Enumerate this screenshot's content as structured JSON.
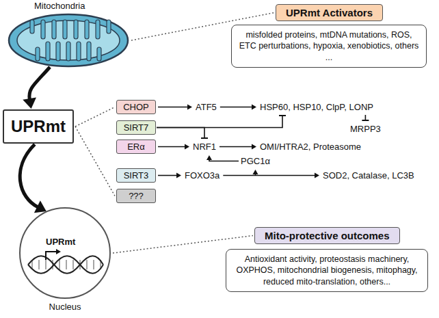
{
  "diagram": {
    "nodes": [
      {
        "text": [
          "Mitochondria"
        ]
      },
      {
        "text": [
          "UPRmt Activators"
        ]
      },
      {
        "text": [
          "misfolded proteins, mtDNA mutations, ROS, ETC perturbations, hypoxia, xenobiotics, others ..."
        ]
      },
      {
        "text": [
          "UPRmt"
        ]
      },
      {
        "text": [
          "CHOP"
        ]
      },
      {
        "text": [
          "ATF5"
        ]
      },
      {
        "text": [
          "HSP60, HSP10, ClpP, LONP"
        ]
      },
      {
        "text": [
          "MRPP3"
        ]
      },
      {
        "text": [
          "SIRT7"
        ]
      },
      {
        "text": [
          "ERα"
        ]
      },
      {
        "text": [
          "NRF1"
        ]
      },
      {
        "text": [
          "OMI/HTRA2, Proteasome"
        ]
      },
      {
        "text": [
          "SIRT3"
        ]
      },
      {
        "text": [
          "FOXO3a"
        ]
      },
      {
        "text": [
          "PGC1α"
        ]
      },
      {
        "text": [
          "SOD2, Catalase, LC3B"
        ]
      },
      {
        "text": [
          "???"
        ]
      },
      {
        "text": [
          "Nucleus",
          "UPRmt"
        ]
      },
      {
        "text": [
          "Mito-protective outcomes"
        ]
      },
      {
        "text": [
          "Antioxidant activity, proteostasis machinery, OXPHOS, mitochondrial biogenesis, mitophagy, reduced mito-translation, others..."
        ]
      }
    ],
    "edges": [
      {
        "from": 0,
        "to": 1,
        "arrow": "none"
      },
      {
        "from": 0,
        "to": 3,
        "arrow": "to"
      },
      {
        "from": 3,
        "to": 4,
        "arrow": "none"
      },
      {
        "from": 3,
        "to": 16,
        "arrow": "none"
      },
      {
        "from": 4,
        "to": 5,
        "arrow": "to"
      },
      {
        "from": 5,
        "to": 6,
        "arrow": "to"
      },
      {
        "from": 6,
        "to": 7,
        "arrow": "to"
      },
      {
        "from": 8,
        "to": 6,
        "arrow": "to"
      },
      {
        "from": 8,
        "to": 10,
        "arrow": "to"
      },
      {
        "from": 9,
        "to": 10,
        "arrow": "to"
      },
      {
        "from": 10,
        "to": 11,
        "arrow": "to"
      },
      {
        "from": 12,
        "to": 13,
        "arrow": "to"
      },
      {
        "from": 13,
        "to": 15,
        "arrow": "to"
      },
      {
        "from": 13,
        "to": 14,
        "arrow": "to"
      },
      {
        "from": 14,
        "to": 10,
        "arrow": "to"
      },
      {
        "from": 3,
        "to": 17,
        "arrow": "to"
      },
      {
        "from": 17,
        "to": 18,
        "arrow": "none"
      }
    ]
  }
}
